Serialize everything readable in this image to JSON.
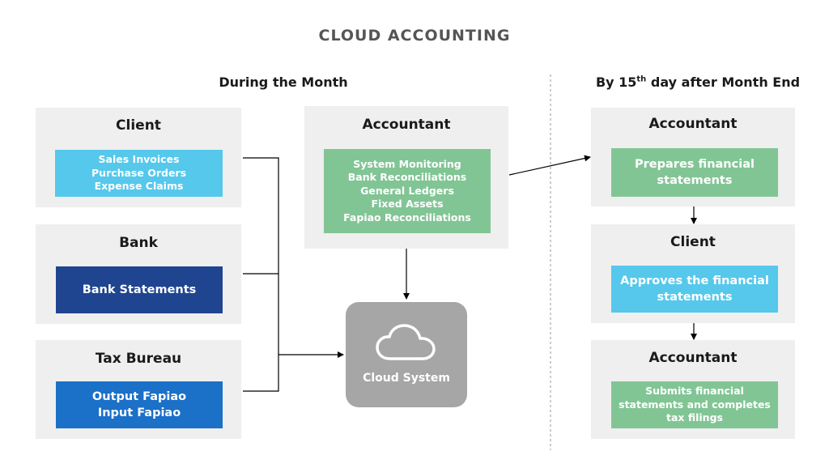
{
  "title": "CLOUD ACCOUNTING",
  "sections": {
    "during": "During the Month",
    "after_prefix": "By 15",
    "after_sup": "th",
    "after_suffix": " day after Month End"
  },
  "left": {
    "client": {
      "title": "Client",
      "items": [
        "Sales Invoices",
        "Purchase Orders",
        "Expense Claims"
      ]
    },
    "bank": {
      "title": "Bank",
      "items": [
        "Bank Statements"
      ]
    },
    "tax": {
      "title": "Tax Bureau",
      "items": [
        "Output Fapiao",
        "Input Fapiao"
      ]
    }
  },
  "accountant": {
    "title": "Accountant",
    "items": [
      "System Monitoring",
      "Bank Reconciliations",
      "General Ledgers",
      "Fixed Assets",
      "Fapiao Reconciliations"
    ]
  },
  "cloud": {
    "label": "Cloud System",
    "icon": "cloud-icon"
  },
  "right": {
    "step1": {
      "title": "Accountant",
      "items": [
        "Prepares financial",
        "statements"
      ]
    },
    "step2": {
      "title": "Client",
      "items": [
        "Approves the financial",
        "statements"
      ]
    },
    "step3": {
      "title": "Accountant",
      "items": [
        "Submits financial",
        "statements and completes",
        "tax filings"
      ]
    }
  },
  "colors": {
    "light_blue": "#55c8ec",
    "dark_blue": "#1f4590",
    "mid_blue": "#1b70c8",
    "green": "#82c595",
    "panel_gray": "#efefef",
    "cloud_gray": "#a6a6a6"
  }
}
